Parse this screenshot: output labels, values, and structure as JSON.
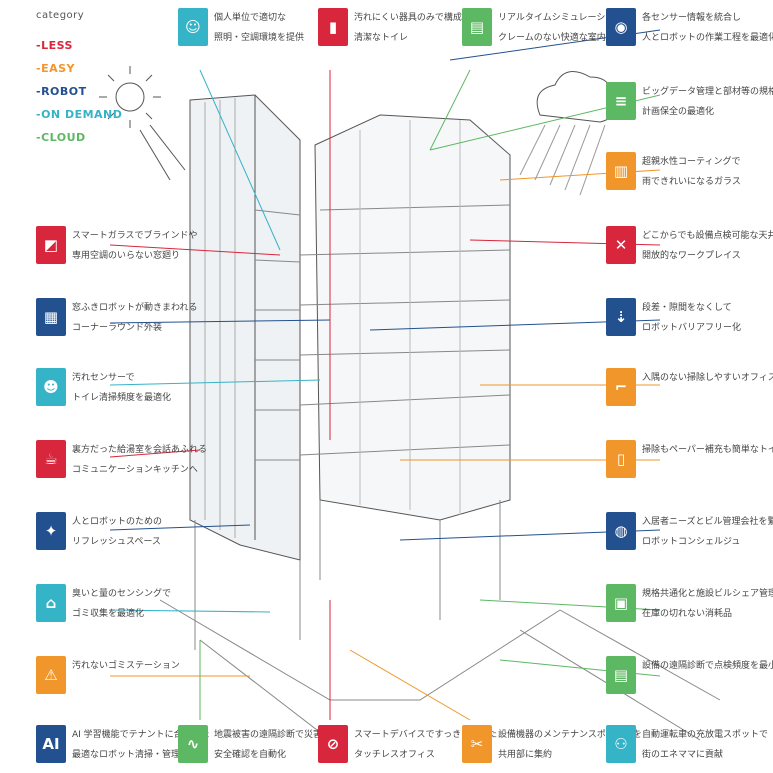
{
  "legend": {
    "caption": "category",
    "items": [
      {
        "label": "-LESS",
        "color": "#d8263c"
      },
      {
        "label": "-EASY",
        "color": "#f0962a"
      },
      {
        "label": "-ROBOT",
        "color": "#23508f"
      },
      {
        "label": "-ON DEMAND",
        "color": "#35b3c7"
      },
      {
        "label": "-CLOUD",
        "color": "#5cb862"
      }
    ]
  },
  "items": [
    {
      "id": "i1",
      "lines": [
        "個人単位で適切な",
        "照明・空調環境を提供"
      ],
      "category": "ON DEMAND",
      "color": "#35b3c7",
      "icon": "person-light-icon",
      "glyph": "☺"
    },
    {
      "id": "i2",
      "lines": [
        "汚れにくい器具のみで構成した",
        "清潔なトイレ"
      ],
      "category": "LESS",
      "color": "#d8263c",
      "icon": "toilet-icon",
      "glyph": "▮"
    },
    {
      "id": "i3",
      "lines": [
        "リアルタイムシミュレーションで",
        "クレームのない快適な室内環境"
      ],
      "category": "CLOUD",
      "color": "#5cb862",
      "icon": "tablet-icon",
      "glyph": "▤"
    },
    {
      "id": "i4",
      "lines": [
        "各センサー情報を統合し",
        "人とロボットの作業工程を最適化"
      ],
      "category": "ROBOT",
      "color": "#23508f",
      "icon": "robot-sensor-icon",
      "glyph": "◉"
    },
    {
      "id": "i5",
      "lines": [
        "ビッグデータ管理と部材等の規格化で",
        "計画保全の最適化"
      ],
      "category": "CLOUD",
      "color": "#5cb862",
      "icon": "database-icon",
      "glyph": "≡"
    },
    {
      "id": "i6",
      "lines": [
        "超親水性コーティングで",
        "雨できれいになるガラス"
      ],
      "category": "EASY",
      "color": "#f0962a",
      "icon": "rain-glass-icon",
      "glyph": "▥"
    },
    {
      "id": "i7",
      "lines": [
        "スマートガラスでブラインドや",
        "専用空調のいらない窓廻り"
      ],
      "category": "LESS",
      "color": "#d8263c",
      "icon": "window-icon",
      "glyph": "◩"
    },
    {
      "id": "i8",
      "lines": [
        "どこからでも設備点検可能な天井のない",
        "開放的なワークプレイス"
      ],
      "category": "LESS",
      "color": "#d8263c",
      "icon": "tools-icon",
      "glyph": "✕"
    },
    {
      "id": "i9",
      "lines": [
        "窓ふきロボットが動きまわれる",
        "コーナーラウンド外装"
      ],
      "category": "ROBOT",
      "color": "#23508f",
      "icon": "building-icon",
      "glyph": "▦"
    },
    {
      "id": "i10",
      "lines": [
        "段差・隙間をなくして",
        "ロボットバリアフリー化"
      ],
      "category": "ROBOT",
      "color": "#23508f",
      "icon": "barrier-free-icon",
      "glyph": "⇣"
    },
    {
      "id": "i11",
      "lines": [
        "汚れセンサーで",
        "トイレ清掃頻度を最適化"
      ],
      "category": "ON DEMAND",
      "color": "#35b3c7",
      "icon": "face-sensor-icon",
      "glyph": "☻"
    },
    {
      "id": "i12",
      "lines": [
        "入隅のない掃除しやすいオフィス"
      ],
      "category": "EASY",
      "color": "#f0962a",
      "icon": "broom-icon",
      "glyph": "⌐"
    },
    {
      "id": "i13",
      "lines": [
        "裏方だった給湯室を会話あふれる",
        "コミュニケーションキッチンへ"
      ],
      "category": "LESS",
      "color": "#d8263c",
      "icon": "kitchen-chat-icon",
      "glyph": "☕"
    },
    {
      "id": "i14",
      "lines": [
        "掃除もペーパー補充も簡単なトイレ"
      ],
      "category": "EASY",
      "color": "#f0962a",
      "icon": "paper-roll-icon",
      "glyph": "▯"
    },
    {
      "id": "i15",
      "lines": [
        "人とロボットのための",
        "リフレッシュスペース"
      ],
      "category": "ROBOT",
      "color": "#23508f",
      "icon": "lightbulb-icon",
      "glyph": "✦"
    },
    {
      "id": "i16",
      "lines": [
        "入居者ニーズとビル管理会社を繋ぐ",
        "ロボットコンシェルジュ"
      ],
      "category": "ROBOT",
      "color": "#23508f",
      "icon": "concierge-robot-icon",
      "glyph": "◍"
    },
    {
      "id": "i17",
      "lines": [
        "臭いと量のセンシングで",
        "ゴミ収集を最適化"
      ],
      "category": "ON DEMAND",
      "color": "#35b3c7",
      "icon": "trash-sensor-icon",
      "glyph": "⌂"
    },
    {
      "id": "i18",
      "lines": [
        "規格共通化と施設ビルシェア管理で",
        "在庫の切れない消耗品"
      ],
      "category": "CLOUD",
      "color": "#5cb862",
      "icon": "phone-inventory-icon",
      "glyph": "▣"
    },
    {
      "id": "i19",
      "lines": [
        "汚れないゴミステーション"
      ],
      "category": "EASY",
      "color": "#f0962a",
      "icon": "trash-station-icon",
      "glyph": "⚠"
    },
    {
      "id": "i20",
      "lines": [
        "設備の遠隔診断で点検頻度を最小化"
      ],
      "category": "CLOUD",
      "color": "#5cb862",
      "icon": "remote-diagnosis-icon",
      "glyph": "▤"
    },
    {
      "id": "i21",
      "lines": [
        "AI 学習機能でテナントに合わせた",
        "最適なロボット清掃・管理"
      ],
      "category": "ROBOT",
      "color": "#23508f",
      "icon": "ai-icon",
      "glyph": "AI"
    },
    {
      "id": "i22",
      "lines": [
        "地震被害の遠隔診断で災害時",
        "安全確認を自動化"
      ],
      "category": "CLOUD",
      "color": "#5cb862",
      "icon": "seismic-icon",
      "glyph": "∿"
    },
    {
      "id": "i23",
      "lines": [
        "スマートデバイスですっきりとした",
        "タッチレスオフィス"
      ],
      "category": "LESS",
      "color": "#d8263c",
      "icon": "no-touch-icon",
      "glyph": "⊘"
    },
    {
      "id": "i24",
      "lines": [
        "設備機器のメンテナンスポイントを",
        "共用部に集約"
      ],
      "category": "EASY",
      "color": "#f0962a",
      "icon": "wrench-icon",
      "glyph": "✂"
    },
    {
      "id": "i25",
      "lines": [
        "自動運転車の充放電スポットで",
        "街のエネママに貢献"
      ],
      "category": "ON DEMAND",
      "color": "#35b3c7",
      "icon": "ev-car-icon",
      "glyph": "⚇"
    }
  ]
}
